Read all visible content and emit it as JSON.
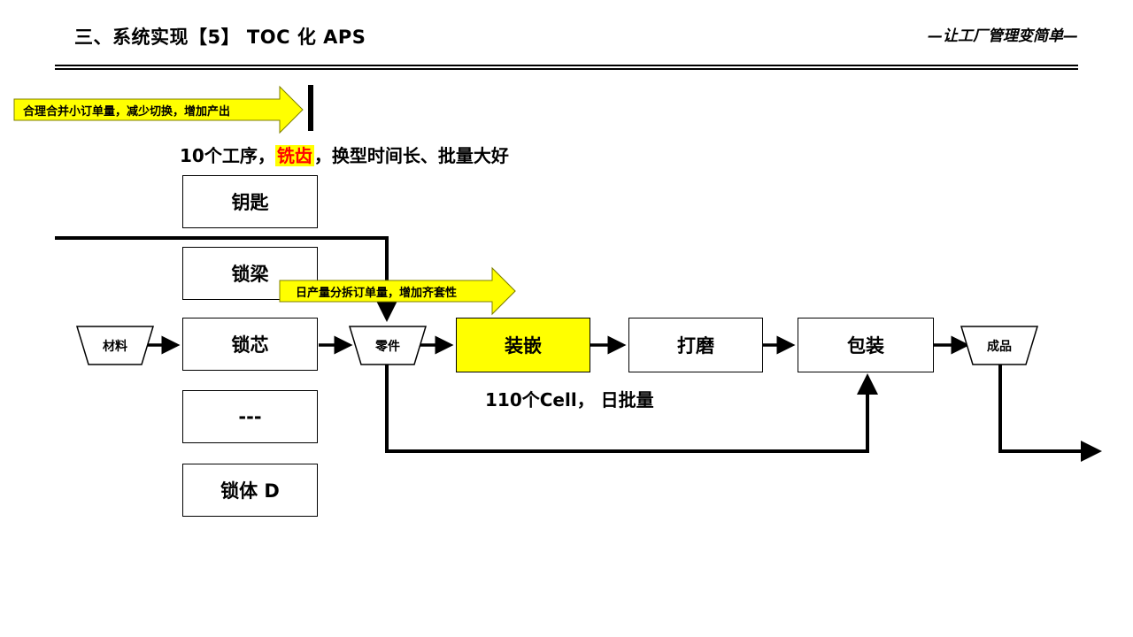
{
  "header": {
    "title": "三、系统实现【5】 TOC 化 APS",
    "slogan": "—让工厂管理变简单—"
  },
  "callouts": {
    "top": "合理合并小订单量，减少切换，增加产出",
    "middle": "日产量分拆订单量，增加齐套性"
  },
  "notes": {
    "milling_prefix": "10个工序，",
    "milling_highlight": "铣齿",
    "milling_suffix": "，换型时间长、批量大好",
    "cell_note": "110个Cell， 日批量"
  },
  "parts": {
    "key": "钥匙",
    "shackle": "锁梁",
    "core": "锁芯",
    "ellipsis": "---",
    "body": "锁体 D"
  },
  "flow": {
    "material": "材料",
    "component": "零件",
    "assembly": "装嵌",
    "grinding": "打磨",
    "packaging": "包装",
    "finished": "成品"
  },
  "colors": {
    "highlight": "#ffff00",
    "highlight_text": "#ff0000",
    "line": "#000000"
  }
}
